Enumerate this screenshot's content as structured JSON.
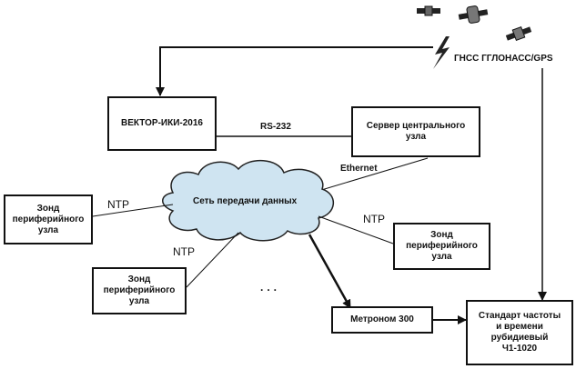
{
  "gnss": {
    "label": "ГНСС ГГЛОНАСС/GPS"
  },
  "nodes": {
    "vektor": "ВЕКТОР-ИКИ-2016",
    "server": "Сервер центрального\nузла",
    "cloud": "Сеть передачи данных",
    "probe_left": "Зонд\nпериферийного\nузла",
    "probe_bottom": "Зонд\nпериферийного\nузла",
    "probe_right": "Зонд\nпериферийного\nузла",
    "metronom": "Метроном 300",
    "standard": "Стандарт частоты\nи времени\nрубидиевый\nЧ1-1020"
  },
  "links": {
    "rs232": "RS-232",
    "ethernet": "Ethernet",
    "ntp_left": "NTP",
    "ntp_bottom": "NTP",
    "ntp_right": "NTP"
  },
  "ellipsis": "· · ·"
}
